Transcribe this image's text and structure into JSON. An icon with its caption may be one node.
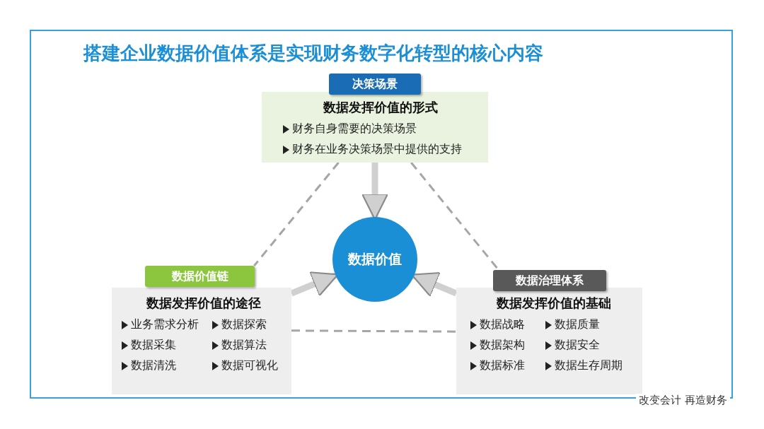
{
  "diagram": {
    "title": "搭建企业数据价值体系是实现财务数字化转型的核心内容",
    "nodes": [
      {
        "text": [
          "决策场景",
          "数据发挥价值的形式",
          "财务自身需要的决策场景",
          "财务在业务决策场景中提供的支持"
        ]
      },
      {
        "text": [
          "数据价值"
        ]
      },
      {
        "text": [
          "数据价值链",
          "数据发挥价值的途径",
          "业务需求分析",
          "数据探索",
          "数据采集",
          "数据算法",
          "数据清洗",
          "数据可视化"
        ]
      },
      {
        "text": [
          "数据治理体系",
          "数据发挥价值的基础",
          "数据战略",
          "数据质量",
          "数据架构",
          "数据安全",
          "数据标准",
          "数据生存周期"
        ]
      }
    ],
    "edges": [
      {
        "from": 0,
        "to": 2,
        "arrow": "none",
        "style": "dashed"
      },
      {
        "from": 0,
        "to": 3,
        "arrow": "none",
        "style": "dashed"
      },
      {
        "from": 2,
        "to": 3,
        "arrow": "none",
        "style": "dashed"
      },
      {
        "from": 0,
        "to": 1,
        "arrow": "to",
        "style": "thick"
      },
      {
        "from": 2,
        "to": 1,
        "arrow": "to",
        "style": "thick"
      },
      {
        "from": 3,
        "to": 1,
        "arrow": "to",
        "style": "thick"
      }
    ],
    "labels": [
      "改变会计 再造财务"
    ]
  }
}
